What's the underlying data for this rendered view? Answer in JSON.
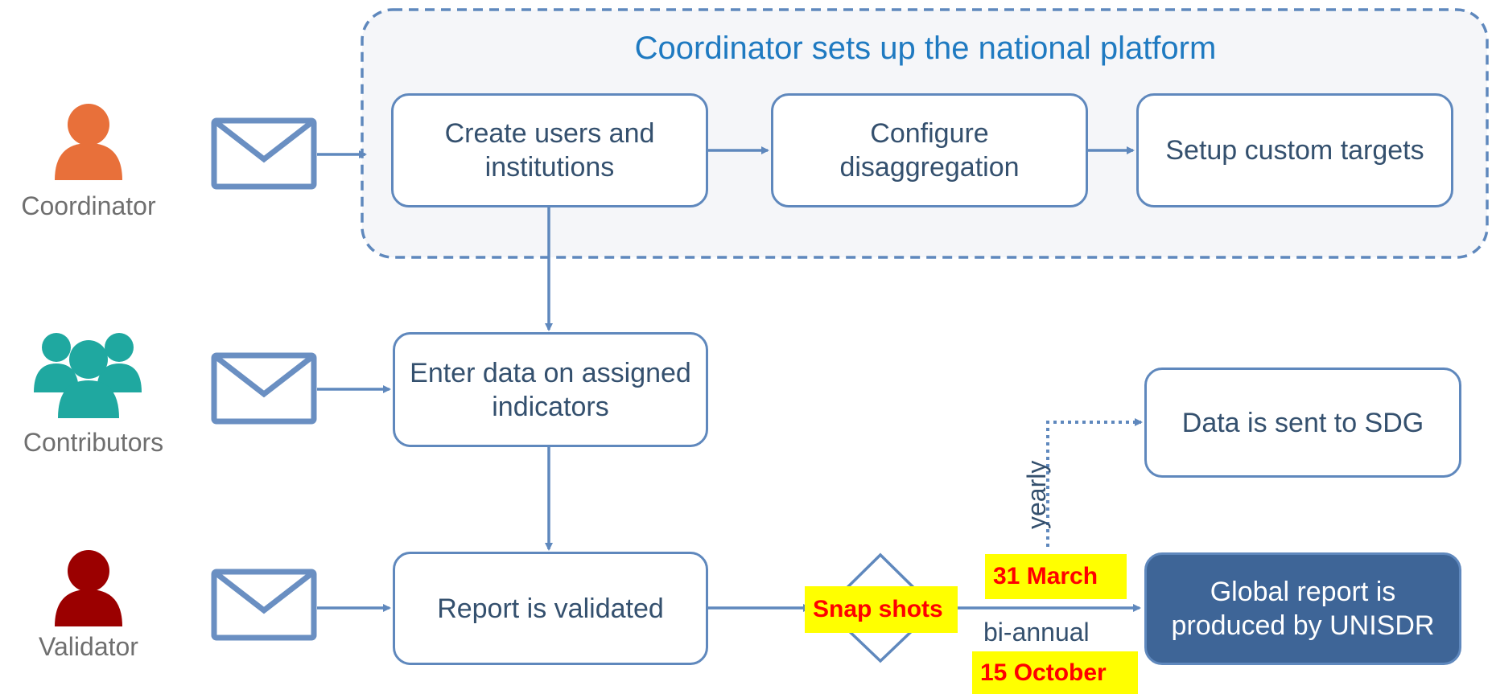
{
  "platform": {
    "title": "Coordinator sets up the national platform"
  },
  "roles": [
    {
      "label": "Coordinator",
      "icon": "coordinator-person-icon",
      "color": "#e8703a"
    },
    {
      "label": "Contributors",
      "icon": "contributors-group-icon",
      "color": "#1fa8a0"
    },
    {
      "label": "Validator",
      "icon": "validator-person-icon",
      "color": "#9b0000"
    }
  ],
  "steps": {
    "create_users": "Create users and institutions",
    "configure": "Configure disaggregation",
    "setup_targets": "Setup custom targets",
    "enter_data": "Enter data on assigned indicators",
    "report_validated": "Report is validated",
    "sdg": "Data is sent to SDG",
    "global_report": "Global report is produced by UNISDR"
  },
  "decision": {
    "label": "Snap shots"
  },
  "frequencies": {
    "yearly": "yearly",
    "bi_annual": "bi-annual"
  },
  "dates": {
    "march": "31 March",
    "october": "15 October"
  },
  "colors": {
    "line": "#5f88bd",
    "box_text": "#34506e",
    "title": "#1f7ac1",
    "dark_box": "#3e6597",
    "highlight_bg": "#ffff00",
    "highlight_text": "#ff0000"
  }
}
